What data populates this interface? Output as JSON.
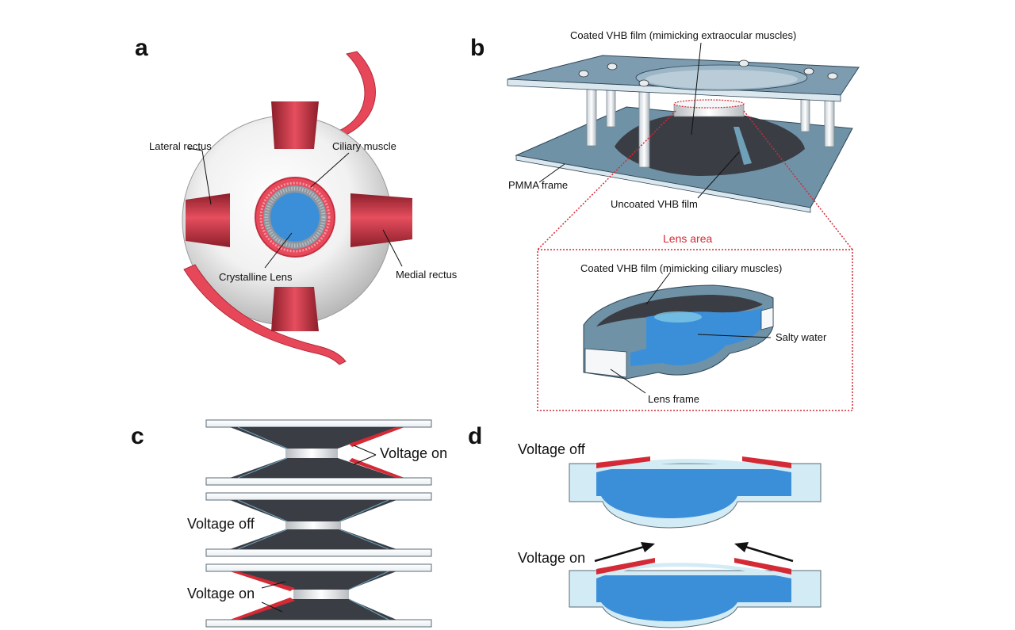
{
  "panels": {
    "a": {
      "letter": "a",
      "labels": {
        "lateral_rectus": "Lateral rectus",
        "ciliary_muscle": "Ciliary muscle",
        "crystalline_lens": "Crystalline Lens",
        "medial_rectus": "Medial rectus"
      }
    },
    "b": {
      "letter": "b",
      "labels": {
        "coated_extraocular": "Coated VHB film (mimicking extraocular muscles)",
        "pmma_frame": "PMMA frame",
        "uncoated_vhb": "Uncoated VHB film",
        "lens_area": "Lens area",
        "coated_ciliary": "Coated VHB film (mimicking ciliary muscles)",
        "salty_water": "Salty water",
        "lens_frame": "Lens frame"
      }
    },
    "c": {
      "letter": "c",
      "labels": {
        "state1": "Voltage on",
        "state2": "Voltage off",
        "state3": "Voltage on"
      }
    },
    "d": {
      "letter": "d",
      "labels": {
        "state_off": "Voltage off",
        "state_on": "Voltage on"
      }
    }
  },
  "colors": {
    "muscle_red": "#d42a35",
    "water_blue": "#3b8fd8",
    "film_dark": "#3a3d44",
    "frame_blue_gray": "#6f92a6",
    "pale_blue": "#d3ebf4"
  }
}
